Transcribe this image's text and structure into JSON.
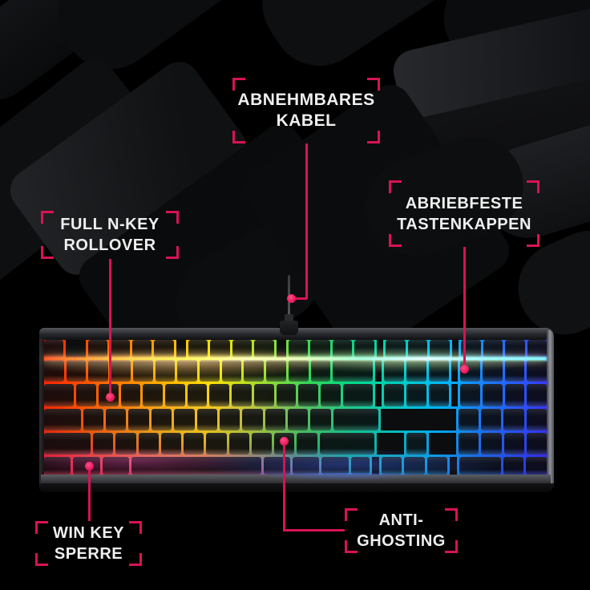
{
  "colors": {
    "background": "#000000",
    "accent_line": "#d81353",
    "accent_dot": "#ea1a5e",
    "label_text": "#efefef"
  },
  "callouts": {
    "detachable_cable": {
      "line1": "ABNEHMBARES",
      "line2": "KABEL"
    },
    "full_nkey_rollover": {
      "line1": "FULL N-KEY",
      "line2": "ROLLOVER"
    },
    "abrasion_resistant_keycaps": {
      "line1": "ABRIEBFESTE",
      "line2": "TASTENKAPPEN"
    },
    "win_key_lock": {
      "line1": "WIN KEY",
      "line2": "SPERRE"
    },
    "anti_ghosting": {
      "line1": "ANTI-",
      "line2": "GHOSTING"
    }
  }
}
